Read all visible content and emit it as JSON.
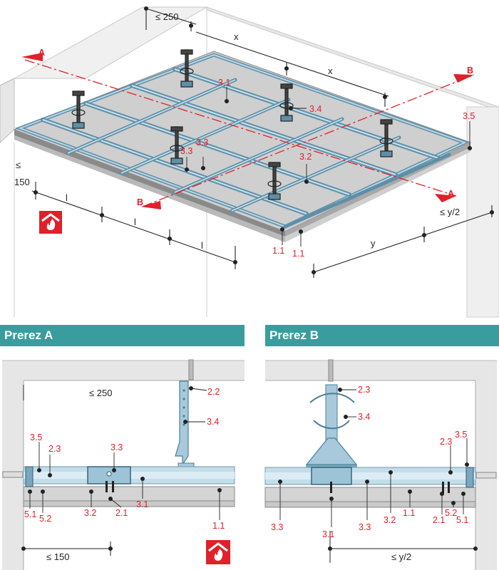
{
  "top_view": {
    "dims": {
      "max250": "≤ 250",
      "x1": "x",
      "x2": "x",
      "max150": "≤\n150",
      "l1": "l",
      "l2": "l",
      "l3": "l",
      "y": "y",
      "y_half": "≤ y/2"
    },
    "section_marks": {
      "a_left": "A",
      "a_right": "A",
      "b_left": "B",
      "b_right": "B"
    },
    "labels": {
      "l31": "3.1",
      "l34": "3.4",
      "l35": "3.5",
      "l33a": "3.3",
      "l33b": "3.3",
      "l32": "3.2",
      "l11a": "1.1",
      "l11b": "1.1"
    }
  },
  "section_a": {
    "title": "Prerez A",
    "dims": {
      "max250": "≤ 250",
      "max150": "≤ 150"
    },
    "labels": {
      "l22": "2.2",
      "l34": "3.4",
      "l35": "3.5",
      "l23": "2.3",
      "l33": "3.3",
      "l51": "5.1",
      "l52": "5.2",
      "l32": "3.2",
      "l21": "2.1",
      "l31": "3.1",
      "l11": "1.1"
    }
  },
  "section_b": {
    "title": "Prerez B",
    "dims": {
      "y_half": "≤ y/2"
    },
    "labels": {
      "l23a": "2.3",
      "l34": "3.4",
      "l35": "3.5",
      "l23b": "2.3",
      "l33a": "3.3",
      "l33b": "3.3",
      "l31": "3.1",
      "l32": "3.2",
      "l11": "1.1",
      "l21": "2.1",
      "l52": "5.2",
      "l51": "5.1"
    }
  },
  "colors": {
    "accent": "#e0202a",
    "steel": "#9cc3d6",
    "board": "#d6d6d6",
    "header": "#3a9d9d"
  },
  "icons": [
    "fire-protection-icon"
  ]
}
